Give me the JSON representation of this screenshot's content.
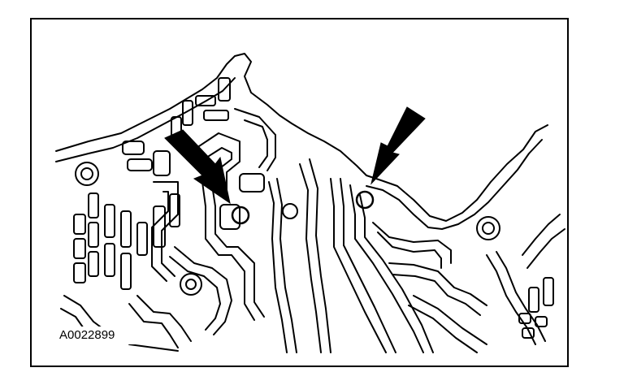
{
  "figure": {
    "id_label": "A0022899"
  },
  "callouts": [
    {
      "name": "left-check-ball-location",
      "icon": "arrow-icon"
    },
    {
      "name": "right-check-ball-location",
      "icon": "arrow-icon"
    }
  ],
  "colors": {
    "ink": "#000000",
    "paper": "#ffffff"
  }
}
